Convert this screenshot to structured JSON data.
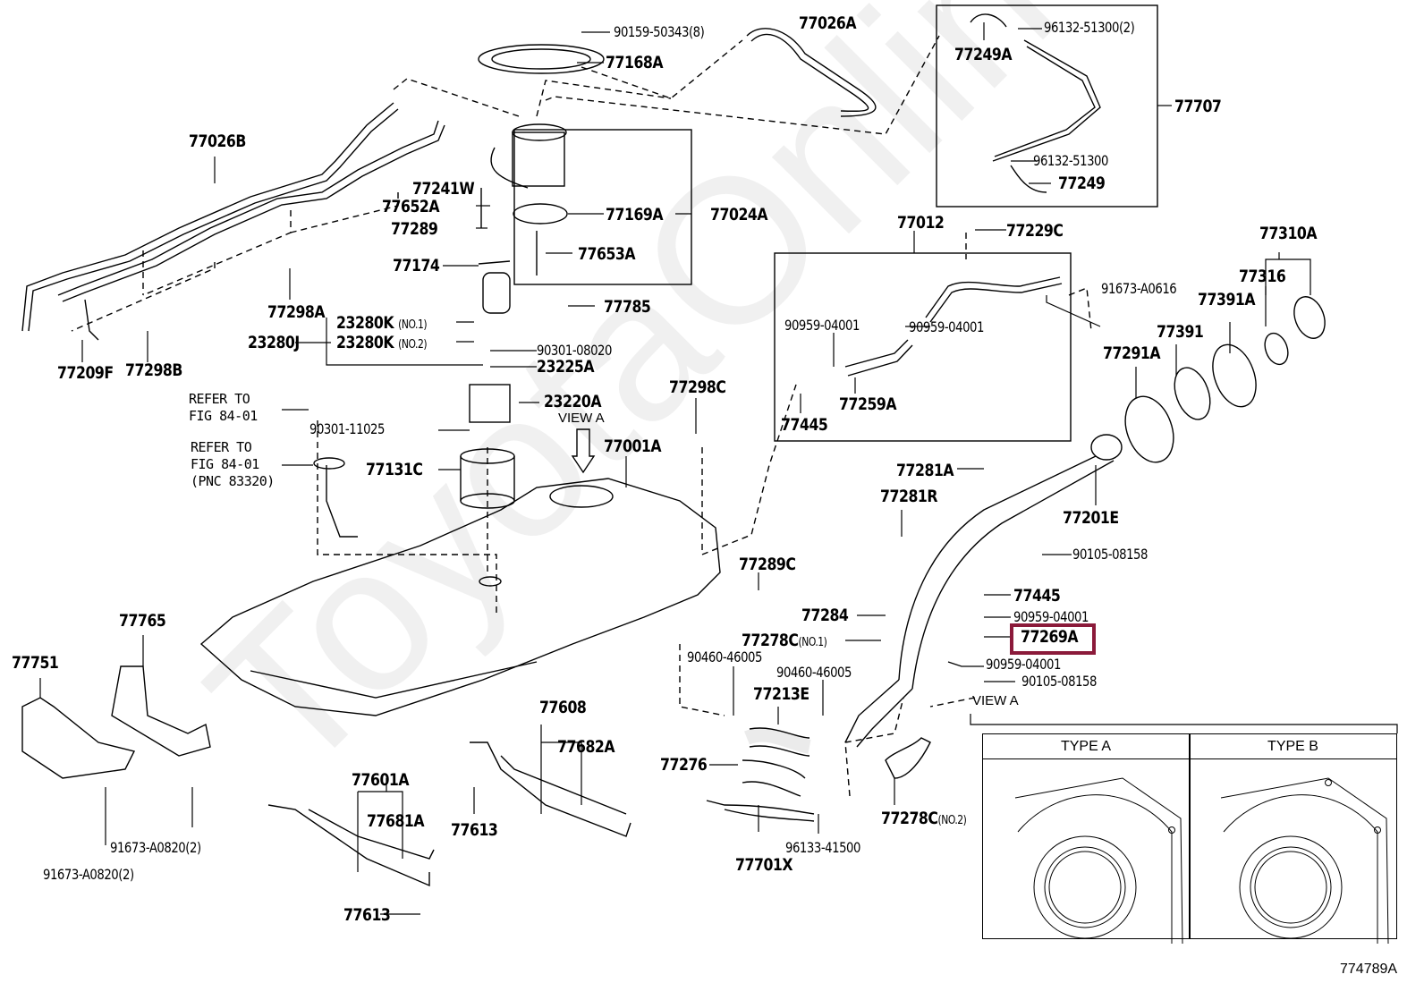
{
  "diagram": {
    "figure_id": "774789A",
    "watermark": "ToyotaOnline.ru",
    "highlight_color": "#8b1a3a",
    "highlighted_part": "77269A",
    "view_a": {
      "title": "VIEW A",
      "pointer_label": "VIEW A",
      "types": [
        "TYPE A",
        "TYPE B"
      ]
    },
    "labels": {
      "p77026B": "77026B",
      "p77209F": "77209F",
      "p77298B": "77298B",
      "p77298A": "77298A",
      "p77241W": "77241W",
      "p77652A": "77652A",
      "p77289": "77289",
      "p77174": "77174",
      "p23280K1": "23280K",
      "p23280K1_note": "(NO.1)",
      "p23280K2": "23280K",
      "p23280K2_note": "(NO.2)",
      "p23280J": "23280J",
      "p90159": "90159-50343(8)",
      "p77168A": "77168A",
      "p77026A": "77026A",
      "p77169A": "77169A",
      "p77024A": "77024A",
      "p77653A": "77653A",
      "p77785": "77785",
      "p90301_08020": "90301-08020",
      "p23225A": "23225A",
      "p23220A": "23220A",
      "p90301_11025": "90301-11025",
      "p77131C": "77131C",
      "p77001A": "77001A",
      "p77298C": "77298C",
      "ref1": "REFER TO\nFIG 84-01",
      "ref2": "REFER TO\nFIG 84-01\n(PNC 83320)",
      "p77249A": "77249A",
      "p96132_2": "96132-51300(2)",
      "p77707": "77707",
      "p96132": "96132-51300",
      "p77249": "77249",
      "p77012": "77012",
      "p77229C": "77229C",
      "p90959_a": "90959-04001",
      "p90959_b": "90959-04001",
      "p77445_a": "77445",
      "p77259A": "77259A",
      "p91673_A0616": "91673-A0616",
      "p77310A": "77310A",
      "p77316": "77316",
      "p77391A": "77391A",
      "p77391": "77391",
      "p77291A": "77291A",
      "p77281A": "77281A",
      "p77281R": "77281R",
      "p77201E": "77201E",
      "p90105_a": "90105-08158",
      "p77289C": "77289C",
      "p77284": "77284",
      "p77278C1": "77278C",
      "p77278C1_note": "(NO.1)",
      "p77445_b": "77445",
      "p90959_c": "90959-04001",
      "p77269A": "77269A",
      "p90959_d": "90959-04001",
      "p90105_b": "90105-08158",
      "p90460_a": "90460-46005",
      "p90460_b": "90460-46005",
      "p77213E": "77213E",
      "p77276": "77276",
      "p77701X": "77701X",
      "p96133": "96133-41500",
      "p77278C2": "77278C",
      "p77278C2_note": "(NO.2)",
      "p77765": "77765",
      "p77751": "77751",
      "p91673_A0820_a": "91673-A0820(2)",
      "p91673_A0820_b": "91673-A0820(2)",
      "p77601A": "77601A",
      "p77681A": "77681A",
      "p77613_a": "77613",
      "p77613_b": "77613",
      "p77608": "77608",
      "p77682A": "77682A"
    }
  }
}
